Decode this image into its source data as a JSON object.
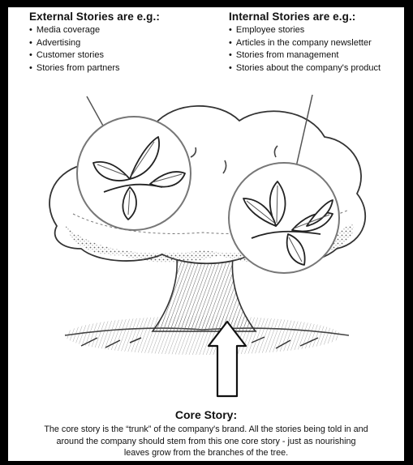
{
  "external": {
    "title": "External Stories are e.g.:",
    "items": [
      "Media coverage",
      "Advertising",
      "Customer stories",
      "Stories from partners"
    ]
  },
  "internal": {
    "title": "Internal Stories are e.g.:",
    "items": [
      "Employee stories",
      "Articles in the company newsletter",
      "Stories from management",
      "Stories about the company's product"
    ]
  },
  "core": {
    "title": "Core Story:",
    "text": "The core story is the “trunk” of the company's brand. All the stories being told in and around the company should stem from this one core story - just as nourishing leaves grow from the branches of the tree."
  }
}
